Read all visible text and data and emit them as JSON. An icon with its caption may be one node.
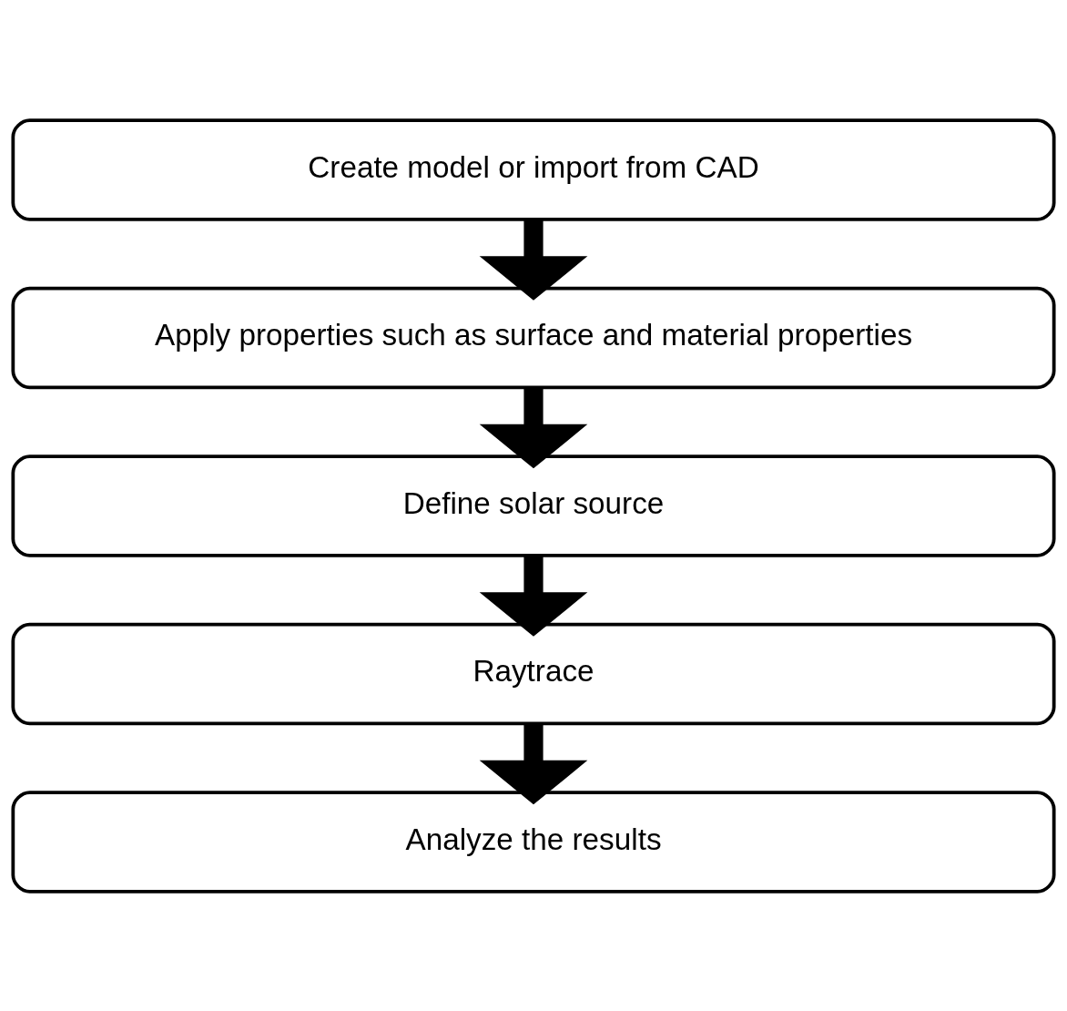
{
  "diagram": {
    "nodes": [
      {
        "text": [
          "Create model or import from CAD"
        ]
      },
      {
        "text": [
          "Apply properties such as surface and material properties"
        ]
      },
      {
        "text": [
          "Define solar source"
        ]
      },
      {
        "text": [
          "Raytrace"
        ]
      },
      {
        "text": [
          "Analyze the results"
        ]
      }
    ],
    "edges": [
      {
        "from": 0,
        "to": 1,
        "arrow": "to"
      },
      {
        "from": 1,
        "to": 2,
        "arrow": "to"
      },
      {
        "from": 2,
        "to": 3,
        "arrow": "to"
      },
      {
        "from": 3,
        "to": 4,
        "arrow": "to"
      }
    ]
  }
}
